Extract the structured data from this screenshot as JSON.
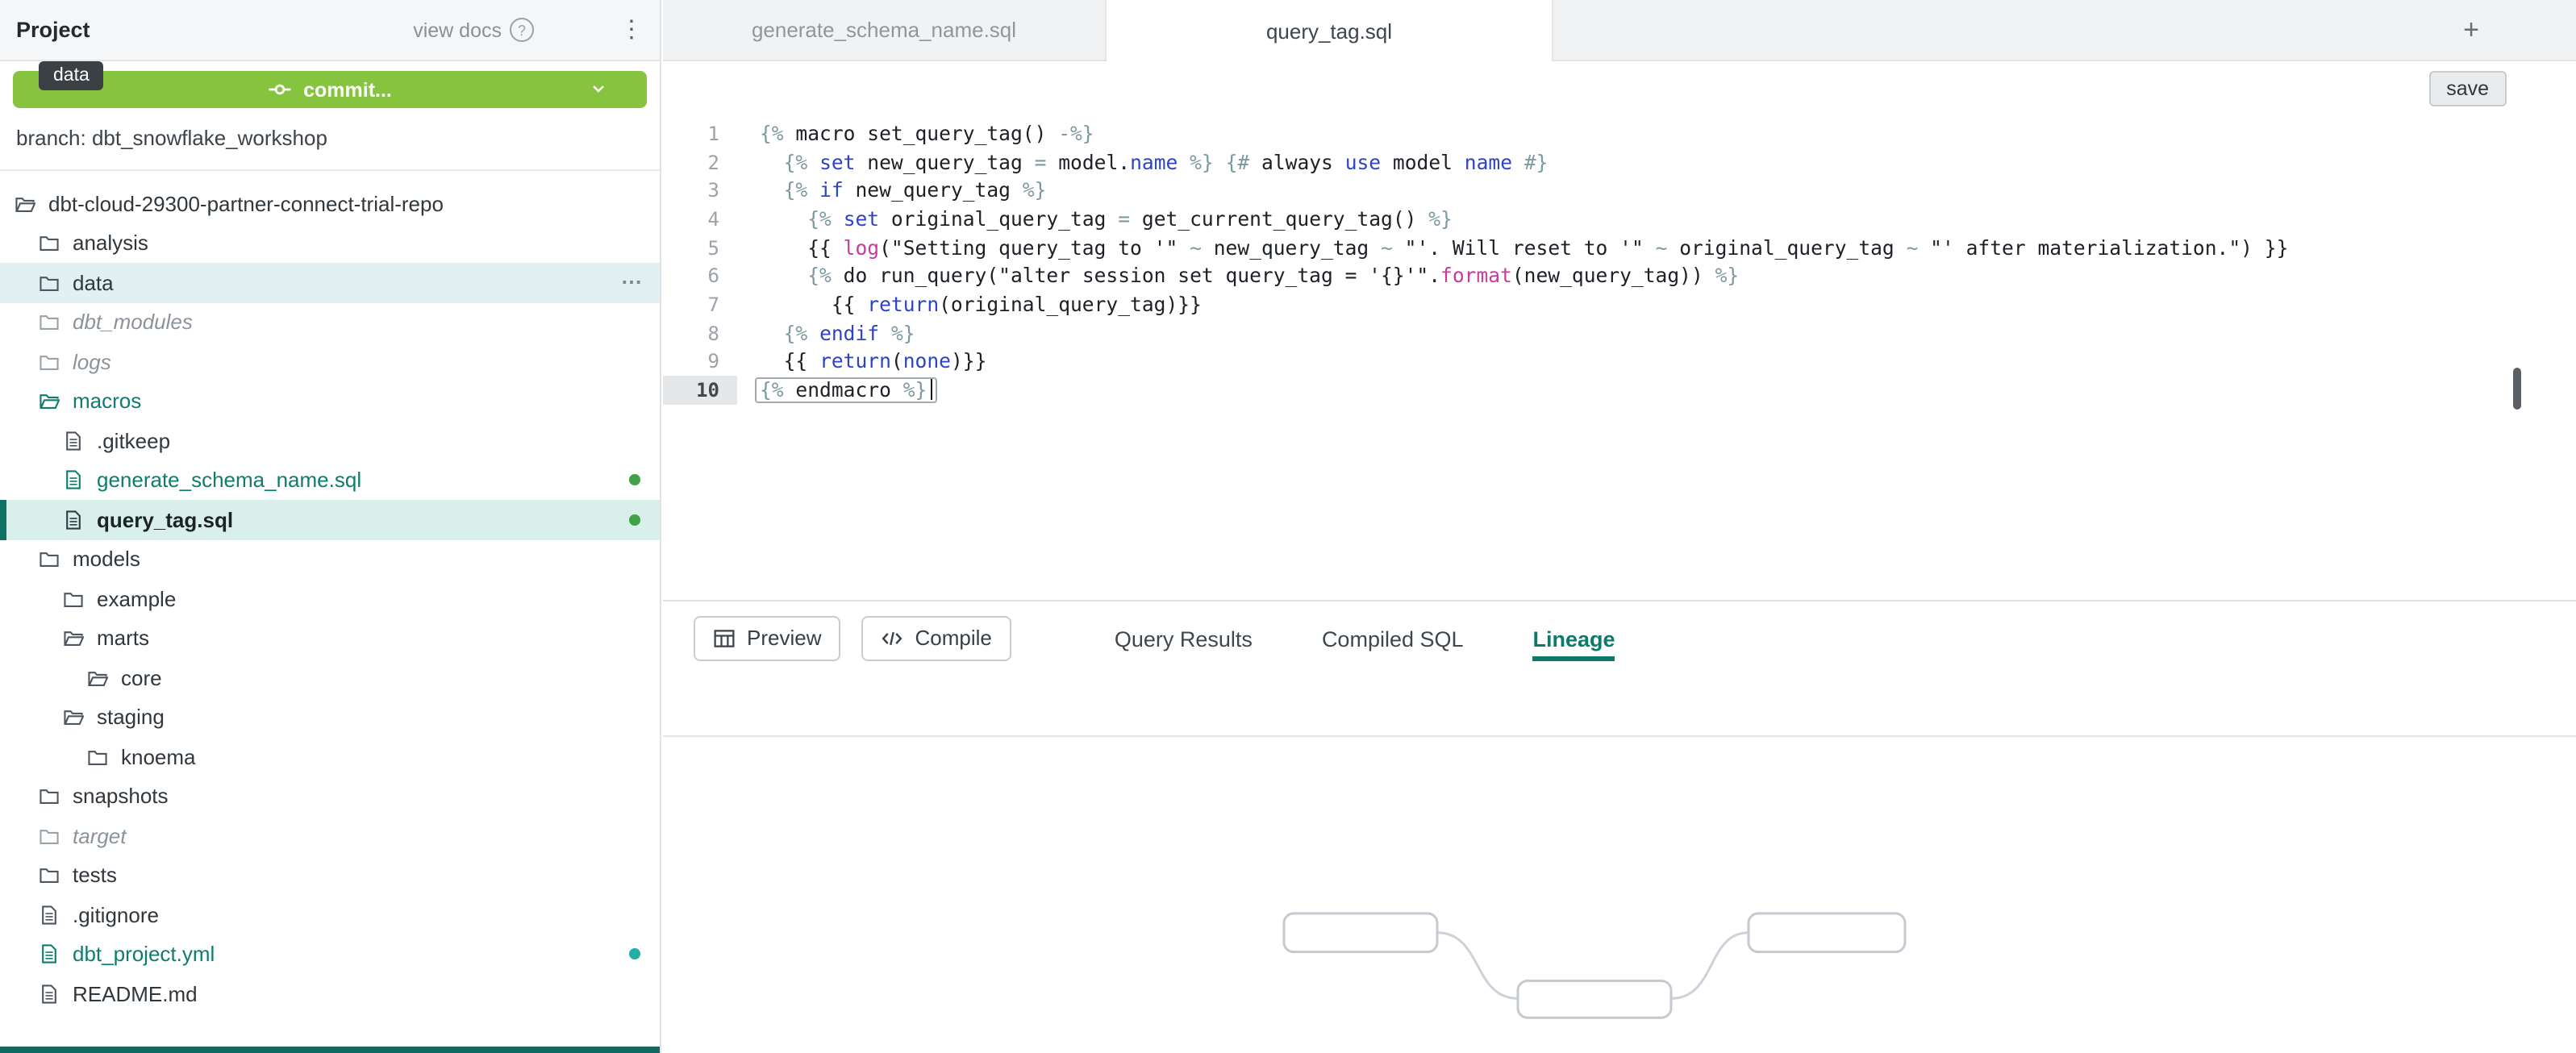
{
  "colors": {
    "accent_teal": "#0d7a6c",
    "commit_green": "#86c440",
    "modified_dot_green": "#3fa446",
    "modified_dot_teal": "#23afa4"
  },
  "sidebar": {
    "header": {
      "title": "Project",
      "view_docs": "view docs",
      "help_glyph": "?",
      "menu_glyph": "⋮"
    },
    "commit_button_label": "commit...",
    "drag_badge": "data",
    "branch": "branch: dbt_snowflake_workshop",
    "tree": [
      {
        "label": "dbt-cloud-29300-partner-connect-trial-repo",
        "icon": "folder-open",
        "level": 0
      },
      {
        "label": "analysis",
        "icon": "folder",
        "level": 1
      },
      {
        "label": "data",
        "icon": "folder",
        "level": 1,
        "drop": true,
        "trailing": "⋯"
      },
      {
        "label": "dbt_modules",
        "icon": "folder",
        "level": 1,
        "style": "muted"
      },
      {
        "label": "logs",
        "icon": "folder",
        "level": 1,
        "style": "muted"
      },
      {
        "label": "macros",
        "icon": "folder-open",
        "level": 1,
        "style": "accent"
      },
      {
        "label": ".gitkeep",
        "icon": "file",
        "level": 2
      },
      {
        "label": "generate_schema_name.sql",
        "icon": "file",
        "level": 2,
        "style": "accent",
        "dot": "green"
      },
      {
        "label": "query_tag.sql",
        "icon": "file",
        "level": 2,
        "selected": true,
        "dot": "green"
      },
      {
        "label": "models",
        "icon": "folder",
        "level": 1
      },
      {
        "label": "example",
        "icon": "folder",
        "level": 2
      },
      {
        "label": "marts",
        "icon": "folder-open",
        "level": 2
      },
      {
        "label": "core",
        "icon": "folder-open",
        "level": 3
      },
      {
        "label": "staging",
        "icon": "folder-open",
        "level": 2
      },
      {
        "label": "knoema",
        "icon": "folder",
        "level": 3
      },
      {
        "label": "snapshots",
        "icon": "folder",
        "level": 1
      },
      {
        "label": "target",
        "icon": "folder",
        "level": 1,
        "style": "muted"
      },
      {
        "label": "tests",
        "icon": "folder",
        "level": 1
      },
      {
        "label": ".gitignore",
        "icon": "file",
        "level": 1
      },
      {
        "label": "dbt_project.yml",
        "icon": "file",
        "level": 1,
        "style": "accent",
        "dot": "teal"
      },
      {
        "label": "README.md",
        "icon": "file",
        "level": 1
      }
    ]
  },
  "editor": {
    "tabs": [
      {
        "label": "generate_schema_name.sql",
        "active": false
      },
      {
        "label": "query_tag.sql",
        "active": true
      }
    ],
    "new_tab_glyph": "+",
    "save_label": "save",
    "lines": [
      {
        "n": 1,
        "tokens": [
          [
            "d",
            "{%"
          ],
          [
            "p",
            " macro set_query_tag() "
          ],
          [
            "d",
            "-%}"
          ]
        ]
      },
      {
        "n": 2,
        "tokens": [
          [
            "p",
            "  "
          ],
          [
            "d",
            "{%"
          ],
          [
            "p",
            " "
          ],
          [
            "k",
            "set"
          ],
          [
            "p",
            " new_query_tag "
          ],
          [
            "d",
            "="
          ],
          [
            "p",
            " model."
          ],
          [
            "k",
            "name"
          ],
          [
            "p",
            " "
          ],
          [
            "d",
            "%}"
          ],
          [
            "p",
            " "
          ],
          [
            "d",
            "{#"
          ],
          [
            "p",
            " always "
          ],
          [
            "k",
            "use"
          ],
          [
            "p",
            " model "
          ],
          [
            "k",
            "name"
          ],
          [
            "p",
            " "
          ],
          [
            "d",
            "#}"
          ]
        ]
      },
      {
        "n": 3,
        "tokens": [
          [
            "p",
            "  "
          ],
          [
            "d",
            "{%"
          ],
          [
            "p",
            " "
          ],
          [
            "k",
            "if"
          ],
          [
            "p",
            " new_query_tag "
          ],
          [
            "d",
            "%}"
          ]
        ]
      },
      {
        "n": 4,
        "tokens": [
          [
            "p",
            "    "
          ],
          [
            "d",
            "{%"
          ],
          [
            "p",
            " "
          ],
          [
            "k",
            "set"
          ],
          [
            "p",
            " original_query_tag "
          ],
          [
            "d",
            "="
          ],
          [
            "p",
            " get_current_query_tag() "
          ],
          [
            "d",
            "%}"
          ]
        ]
      },
      {
        "n": 5,
        "tokens": [
          [
            "p",
            "    {{ "
          ],
          [
            "f",
            "log"
          ],
          [
            "p",
            "(\"Setting query_tag to '\" "
          ],
          [
            "d",
            "~"
          ],
          [
            "p",
            " new_query_tag "
          ],
          [
            "d",
            "~"
          ],
          [
            "p",
            " \"'. Will reset to '\" "
          ],
          [
            "d",
            "~"
          ],
          [
            "p",
            " original_query_tag "
          ],
          [
            "d",
            "~"
          ],
          [
            "p",
            " \"' after materialization.\") }}"
          ]
        ]
      },
      {
        "n": 6,
        "tokens": [
          [
            "p",
            "    "
          ],
          [
            "d",
            "{%"
          ],
          [
            "p",
            " do run_query(\"alter session set query_tag = '{}'\"."
          ],
          [
            "f",
            "format"
          ],
          [
            "p",
            "(new_query_tag)) "
          ],
          [
            "d",
            "%}"
          ]
        ]
      },
      {
        "n": 7,
        "tokens": [
          [
            "p",
            "      {{ "
          ],
          [
            "k",
            "return"
          ],
          [
            "p",
            "(original_query_tag)}}"
          ]
        ]
      },
      {
        "n": 8,
        "tokens": [
          [
            "p",
            "  "
          ],
          [
            "d",
            "{%"
          ],
          [
            "p",
            " "
          ],
          [
            "k",
            "endif"
          ],
          [
            "p",
            " "
          ],
          [
            "d",
            "%}"
          ]
        ]
      },
      {
        "n": 9,
        "tokens": [
          [
            "p",
            "  {{ "
          ],
          [
            "k",
            "return"
          ],
          [
            "p",
            "("
          ],
          [
            "k",
            "none"
          ],
          [
            "p",
            ")}}"
          ]
        ]
      },
      {
        "n": 10,
        "active": true,
        "cursor": true,
        "tokens": [
          [
            "d",
            "{%"
          ],
          [
            "p",
            " endmacro "
          ],
          [
            "d",
            "%}"
          ]
        ]
      }
    ]
  },
  "bottom": {
    "preview_label": "Preview",
    "compile_label": "Compile",
    "tabs": [
      "Query Results",
      "Compiled SQL",
      "Lineage"
    ],
    "active_tab": "Lineage"
  }
}
